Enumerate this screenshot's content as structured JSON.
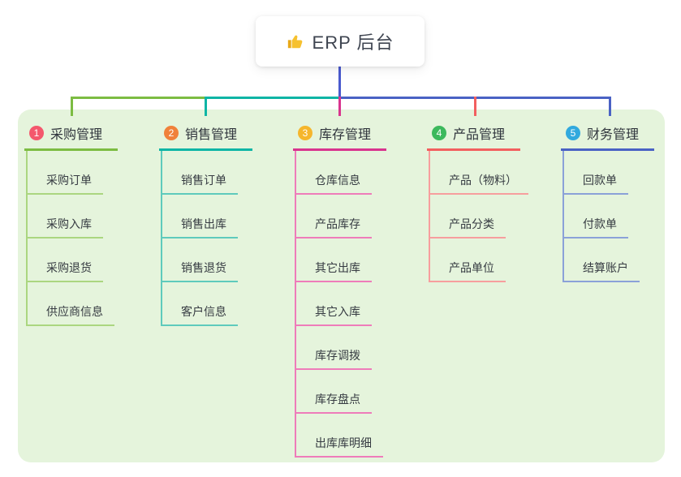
{
  "root": {
    "icon": "thumbs-up",
    "label": "ERP 后台"
  },
  "branches": [
    {
      "number": "1",
      "title": "采购管理",
      "badge_color": "#f4586d",
      "line_color": "#7cbc42",
      "child_line_color": "#abd680",
      "children": [
        "采购订单",
        "采购入库",
        "采购退货",
        "供应商信息"
      ]
    },
    {
      "number": "2",
      "title": "销售管理",
      "badge_color": "#f0813a",
      "line_color": "#0db5a5",
      "child_line_color": "#5ecabc",
      "children": [
        "销售订单",
        "销售出库",
        "销售退货",
        "客户信息"
      ]
    },
    {
      "number": "3",
      "title": "库存管理",
      "badge_color": "#f5b62c",
      "line_color": "#d9348e",
      "child_line_color": "#ee7cba",
      "children": [
        "仓库信息",
        "产品库存",
        "其它出库",
        "其它入库",
        "库存调拨",
        "库存盘点",
        "出库库明细"
      ]
    },
    {
      "number": "4",
      "title": "产品管理",
      "badge_color": "#3cb95c",
      "line_color": "#f25f5f",
      "child_line_color": "#f79e9e",
      "children": [
        "产品（物料）",
        "产品分类",
        "产品单位"
      ]
    },
    {
      "number": "5",
      "title": "财务管理",
      "badge_color": "#31a9de",
      "line_color": "#4a62c4",
      "child_line_color": "#8ba1d8",
      "children": [
        "回款单",
        "付款单",
        "结算账户"
      ]
    }
  ],
  "colors": {
    "canvas": "#ffffff",
    "panel_background": "#e5f4dc",
    "root_connector": "#4a5ace",
    "root_text": "#3e4450",
    "branch_title_text": "#2f343c",
    "child_text": "#363b42",
    "thumb_icon": "#f6c12f"
  }
}
